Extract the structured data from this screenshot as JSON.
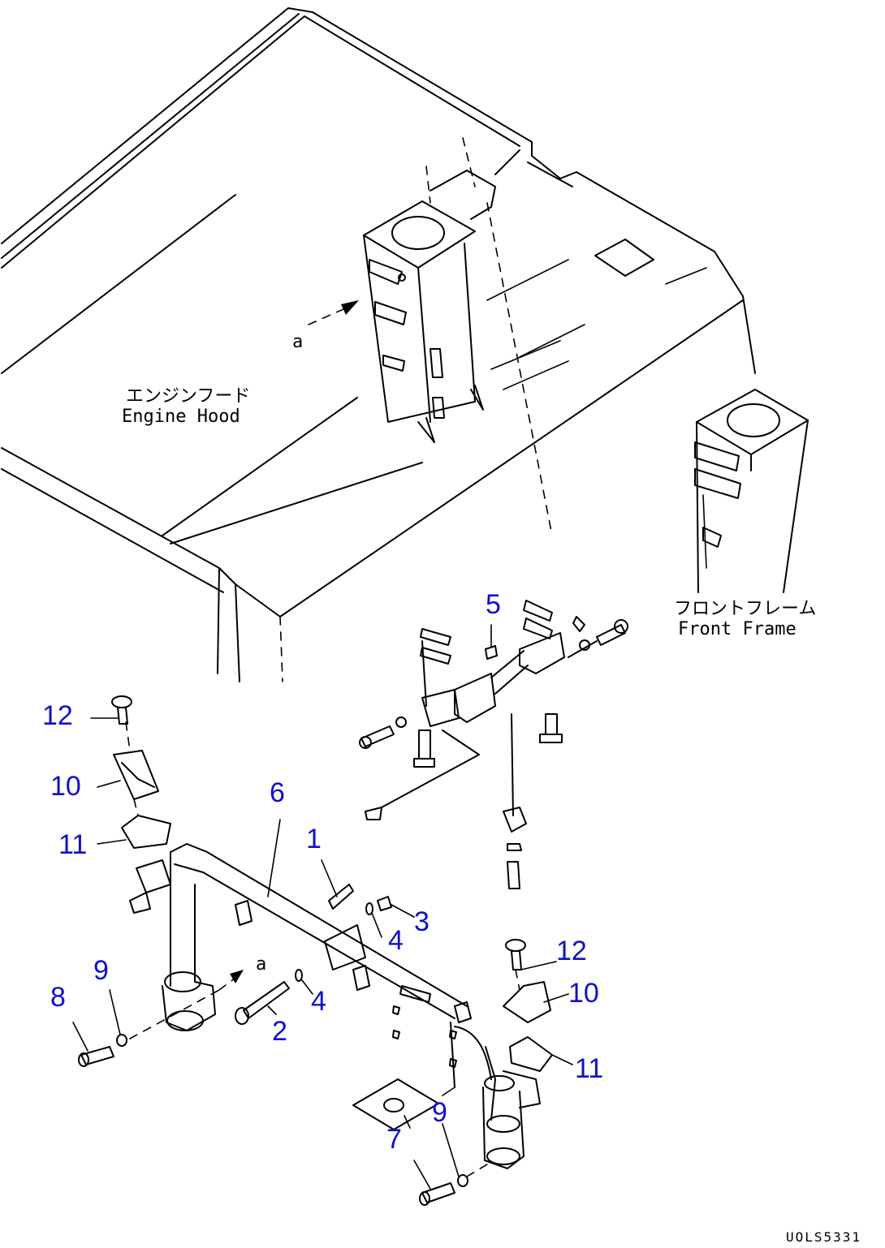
{
  "labels": {
    "engine_hood_jp": "エンジンフード",
    "engine_hood_en": "Engine Hood",
    "front_frame_jp": "フロントフレーム",
    "front_frame_en": "Front Frame",
    "view_a_1": "a",
    "view_a_2": "a"
  },
  "callouts": {
    "c1": "1",
    "c2": "2",
    "c3": "3",
    "c4a": "4",
    "c4b": "4",
    "c5": "5",
    "c6": "6",
    "c7": "7",
    "c8": "8",
    "c9a": "9",
    "c9b": "9",
    "c10a": "10",
    "c10b": "10",
    "c11a": "11",
    "c11b": "11",
    "c12a": "12",
    "c12b": "12"
  },
  "drawing_code": "UOLS5331",
  "colors": {
    "line": "#000000",
    "callout": "#1010cc",
    "background": "#ffffff"
  }
}
